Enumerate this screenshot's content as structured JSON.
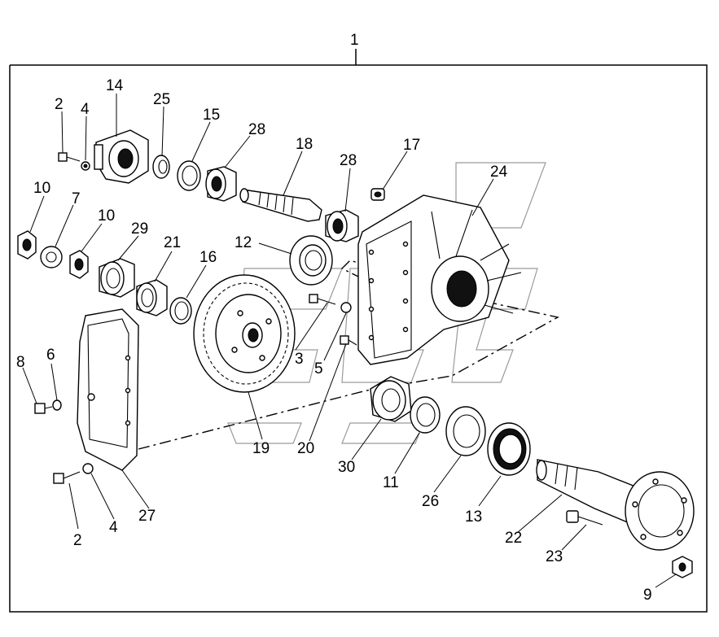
{
  "callouts": [
    {
      "id": "c1",
      "text": "1"
    },
    {
      "id": "c2a",
      "text": "2"
    },
    {
      "id": "c4a",
      "text": "4"
    },
    {
      "id": "c14",
      "text": "14"
    },
    {
      "id": "c25",
      "text": "25"
    },
    {
      "id": "c15",
      "text": "15"
    },
    {
      "id": "c28a",
      "text": "28"
    },
    {
      "id": "c18",
      "text": "18"
    },
    {
      "id": "c28b",
      "text": "28"
    },
    {
      "id": "c17",
      "text": "17"
    },
    {
      "id": "c24",
      "text": "24"
    },
    {
      "id": "c10a",
      "text": "10"
    },
    {
      "id": "c7",
      "text": "7"
    },
    {
      "id": "c10b",
      "text": "10"
    },
    {
      "id": "c29",
      "text": "29"
    },
    {
      "id": "c21",
      "text": "21"
    },
    {
      "id": "c16",
      "text": "16"
    },
    {
      "id": "c12",
      "text": "12"
    },
    {
      "id": "c8",
      "text": "8"
    },
    {
      "id": "c6",
      "text": "6"
    },
    {
      "id": "c3",
      "text": "3"
    },
    {
      "id": "c5",
      "text": "5"
    },
    {
      "id": "c19",
      "text": "19"
    },
    {
      "id": "c20",
      "text": "20"
    },
    {
      "id": "c30",
      "text": "30"
    },
    {
      "id": "c11",
      "text": "11"
    },
    {
      "id": "c26",
      "text": "26"
    },
    {
      "id": "c13",
      "text": "13"
    },
    {
      "id": "c27",
      "text": "27"
    },
    {
      "id": "c2b",
      "text": "2"
    },
    {
      "id": "c4b",
      "text": "4"
    },
    {
      "id": "c22",
      "text": "22"
    },
    {
      "id": "c23",
      "text": "23"
    },
    {
      "id": "c9",
      "text": "9"
    }
  ]
}
